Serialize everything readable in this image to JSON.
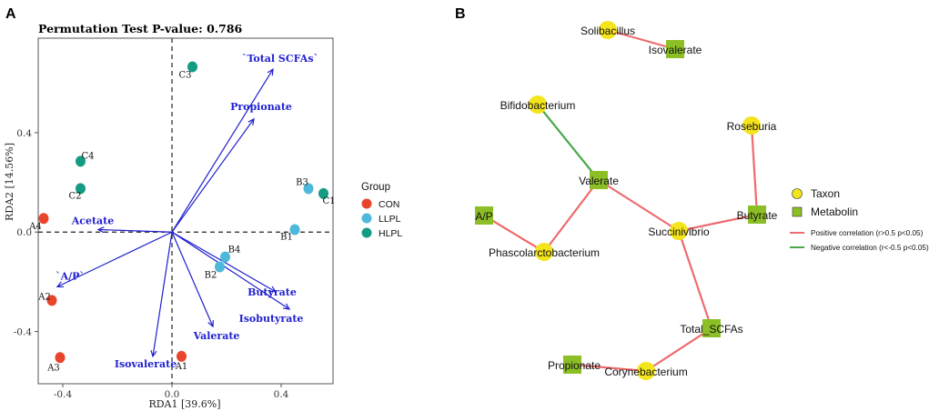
{
  "panels": {
    "a_label": "A",
    "b_label": "B"
  },
  "chart_data": [
    {
      "type": "scatter",
      "title": "Permutation Test P-value: 0.786",
      "xlabel": "RDA1 [39.6%]",
      "ylabel": "RDA2 [14.56%]",
      "xlim": [
        -0.49,
        0.59
      ],
      "ylim": [
        -0.61,
        0.78
      ],
      "x_ticks": [
        -0.4,
        0.0,
        0.4
      ],
      "x_tick_labels": [
        "-0.4",
        "0.0",
        "0.4"
      ],
      "y_ticks": [
        -0.4,
        0.0,
        0.4
      ],
      "y_tick_labels": [
        "-0.4",
        "0.0",
        "0.4"
      ],
      "reference_lines": {
        "x": 0,
        "y": 0,
        "style": "dashed"
      },
      "legend": {
        "title": "Group",
        "position": "right",
        "entries": [
          {
            "name": "CON",
            "color": "#e8452c"
          },
          {
            "name": "LLPL",
            "color": "#4db8d9"
          },
          {
            "name": "HLPL",
            "color": "#139c82"
          }
        ]
      },
      "series": [
        {
          "name": "CON",
          "color": "#e8452c",
          "points": [
            {
              "label": "A1",
              "x": 0.035,
              "y": -0.5
            },
            {
              "label": "A2",
              "x": -0.44,
              "y": -0.275
            },
            {
              "label": "A3",
              "x": -0.41,
              "y": -0.505
            },
            {
              "label": "A4",
              "x": -0.47,
              "y": 0.055
            }
          ]
        },
        {
          "name": "LLPL",
          "color": "#4db8d9",
          "points": [
            {
              "label": "B1",
              "x": 0.45,
              "y": 0.01
            },
            {
              "label": "B2",
              "x": 0.175,
              "y": -0.14
            },
            {
              "label": "B3",
              "x": 0.5,
              "y": 0.175
            },
            {
              "label": "B4",
              "x": 0.195,
              "y": -0.1
            }
          ]
        },
        {
          "name": "HLPL",
          "color": "#139c82",
          "points": [
            {
              "label": "C1",
              "x": 0.555,
              "y": 0.155
            },
            {
              "label": "C2",
              "x": -0.335,
              "y": 0.175
            },
            {
              "label": "C3",
              "x": 0.075,
              "y": 0.665
            },
            {
              "label": "C4",
              "x": -0.335,
              "y": 0.285
            }
          ]
        }
      ],
      "arrows": {
        "color": "#1f1fcf",
        "items": [
          {
            "name": "`Total SCFAs`",
            "x": 0.37,
            "y": 0.655
          },
          {
            "name": "Propionate",
            "x": 0.3,
            "y": 0.455
          },
          {
            "name": "Butyrate",
            "x": 0.38,
            "y": -0.24
          },
          {
            "name": "Isobutyrate",
            "x": 0.43,
            "y": -0.31
          },
          {
            "name": "Valerate",
            "x": 0.15,
            "y": -0.38
          },
          {
            "name": "Isovalerate",
            "x": -0.07,
            "y": -0.5
          },
          {
            "name": "Acetate",
            "x": -0.27,
            "y": 0.01
          },
          {
            "name": "`A/P`",
            "x": -0.42,
            "y": -0.22
          }
        ]
      }
    },
    {
      "type": "network",
      "legend": {
        "node_types": [
          {
            "name": "Taxon",
            "shape": "circle",
            "color": "#f4e41c"
          },
          {
            "name": "Metabolin",
            "shape": "square",
            "color": "#8cbf26"
          }
        ],
        "edge_types": [
          {
            "name": "Positive correlation (r>0.5 p<0.05)",
            "color": "#ee6b6e"
          },
          {
            "name": "Negative correlation (r<-0.5 p<0.05)",
            "color": "#4aa84a"
          }
        ]
      },
      "nodes": [
        {
          "id": "Solibacillus",
          "label": "Solibacillus",
          "type": "Taxon"
        },
        {
          "id": "Isovalerate",
          "label": "Isovalerate",
          "type": "Metabolin"
        },
        {
          "id": "Bifidobacterium",
          "label": "Bifidobacterium",
          "type": "Taxon"
        },
        {
          "id": "Valerate",
          "label": "Valerate",
          "type": "Metabolin"
        },
        {
          "id": "Roseburia",
          "label": "Roseburia",
          "type": "Taxon"
        },
        {
          "id": "AP",
          "label": "A/P",
          "type": "Metabolin"
        },
        {
          "id": "Butyrate",
          "label": "Butyrate",
          "type": "Metabolin"
        },
        {
          "id": "Succinivibrio",
          "label": "Succinivibrio",
          "type": "Taxon"
        },
        {
          "id": "Phascolarctobacterium",
          "label": "Phascolarctobacterium",
          "type": "Taxon"
        },
        {
          "id": "Total_SCFAs",
          "label": "Total_SCFAs",
          "type": "Metabolin"
        },
        {
          "id": "Propionate",
          "label": "Propionate",
          "type": "Metabolin"
        },
        {
          "id": "Corynebacterium",
          "label": "Corynebacterium",
          "type": "Taxon"
        }
      ],
      "edges": [
        {
          "source": "Solibacillus",
          "target": "Isovalerate",
          "sign": "positive"
        },
        {
          "source": "Bifidobacterium",
          "target": "Valerate",
          "sign": "negative"
        },
        {
          "source": "Valerate",
          "target": "Phascolarctobacterium",
          "sign": "positive"
        },
        {
          "source": "AP",
          "target": "Phascolarctobacterium",
          "sign": "positive"
        },
        {
          "source": "Valerate",
          "target": "Succinivibrio",
          "sign": "positive"
        },
        {
          "source": "Roseburia",
          "target": "Butyrate",
          "sign": "positive"
        },
        {
          "source": "Butyrate",
          "target": "Succinivibrio",
          "sign": "positive"
        },
        {
          "source": "Succinivibrio",
          "target": "Total_SCFAs",
          "sign": "positive"
        },
        {
          "source": "Total_SCFAs",
          "target": "Corynebacterium",
          "sign": "positive"
        },
        {
          "source": "Propionate",
          "target": "Corynebacterium",
          "sign": "positive"
        }
      ]
    }
  ]
}
